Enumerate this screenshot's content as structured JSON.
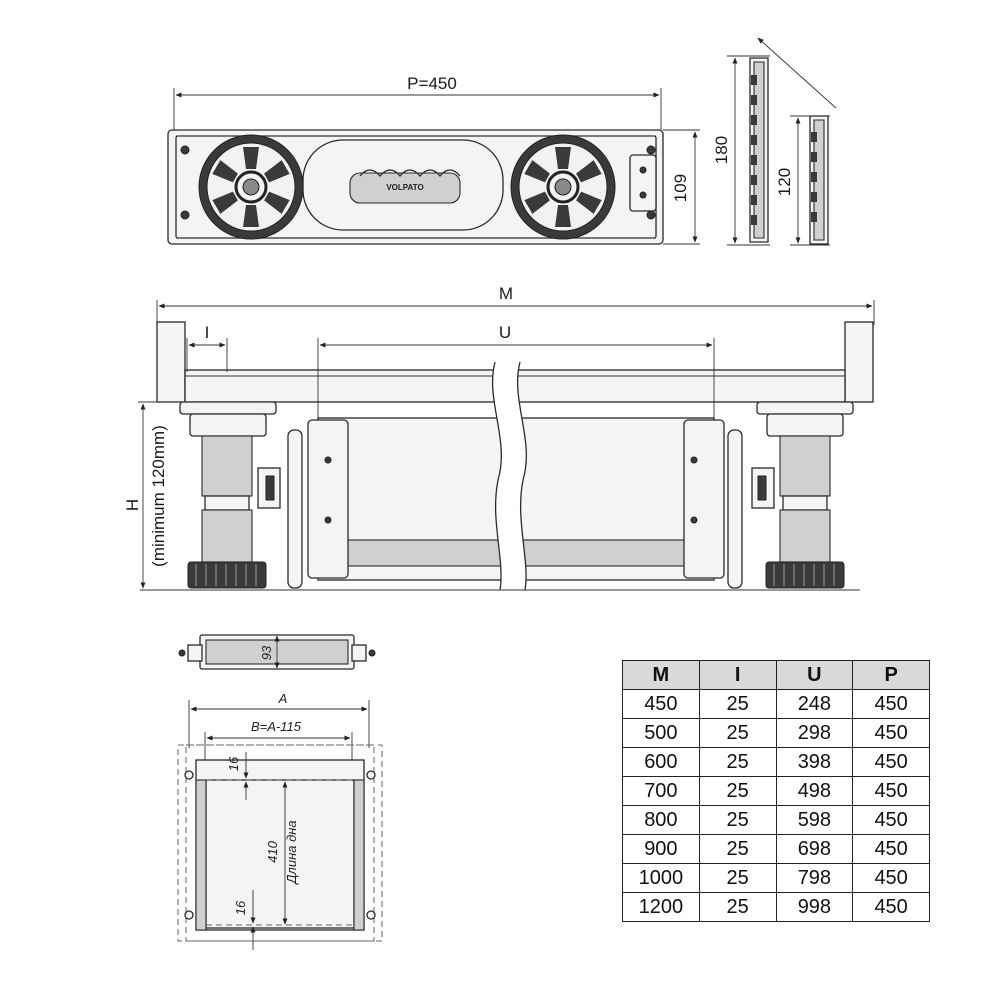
{
  "top_view": {
    "width_label": "P=450",
    "height_label": "109",
    "logo": "VOLPATO"
  },
  "side_view": {
    "height_180": "180",
    "height_120": "120"
  },
  "front_view": {
    "m_label": "M",
    "i_label": "I",
    "u_label": "U",
    "h_label": "H",
    "min_label": "(minimum 120mm)"
  },
  "small_view": {
    "height_93": "93"
  },
  "bottom_view": {
    "a_label": "A",
    "b_label": "B=A-115",
    "top_16": "16",
    "bottom_16": "16",
    "length_410": "410",
    "length_note": "Длина дна"
  },
  "table": {
    "headers": [
      "M",
      "I",
      "U",
      "P"
    ],
    "rows": [
      [
        "450",
        "25",
        "248",
        "450"
      ],
      [
        "500",
        "25",
        "298",
        "450"
      ],
      [
        "600",
        "25",
        "398",
        "450"
      ],
      [
        "700",
        "25",
        "498",
        "450"
      ],
      [
        "800",
        "25",
        "598",
        "450"
      ],
      [
        "900",
        "25",
        "698",
        "450"
      ],
      [
        "1000",
        "25",
        "798",
        "450"
      ],
      [
        "1200",
        "25",
        "998",
        "450"
      ]
    ]
  }
}
